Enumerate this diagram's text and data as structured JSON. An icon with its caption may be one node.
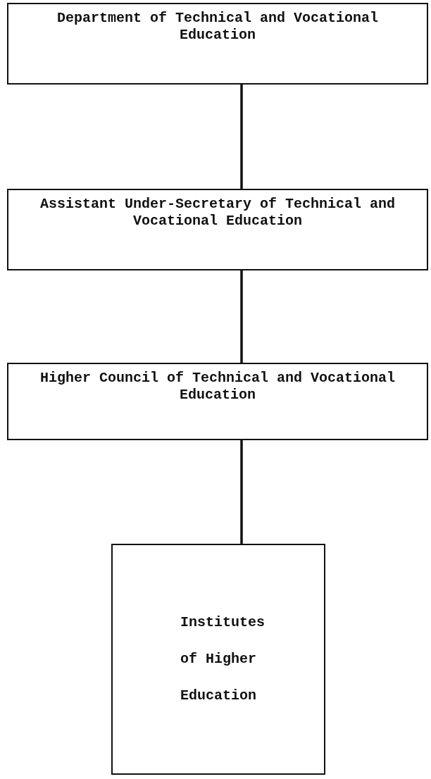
{
  "diagram": {
    "nodes": [
      {
        "text": [
          "Department of Technical and Vocational Education"
        ]
      },
      {
        "text": [
          "Assistant Under-Secretary of Technical and Vocational Education"
        ]
      },
      {
        "text": [
          "Higher Council of Technical and Vocational Education"
        ]
      },
      {
        "text": [
          "Institutes of Higher Education"
        ]
      }
    ],
    "edges": [
      {
        "from": 0,
        "to": 1,
        "arrow": "none"
      },
      {
        "from": 1,
        "to": 2,
        "arrow": "none"
      },
      {
        "from": 2,
        "to": 3,
        "arrow": "none"
      }
    ]
  }
}
